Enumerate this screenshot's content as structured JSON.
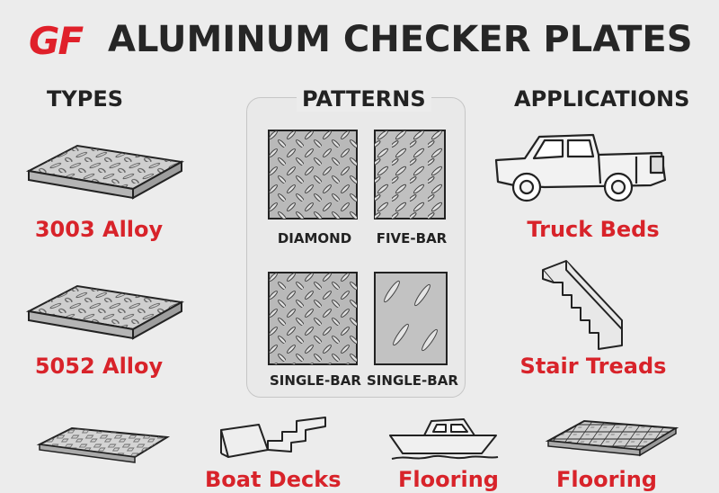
{
  "brand": {
    "logo_text": "GF",
    "accent_color": "#d8232a"
  },
  "title": "ALUMINUM CHECKER PLATES",
  "sections": {
    "types": {
      "heading": "TYPES",
      "items": [
        {
          "label": "3003 Alloy",
          "icon": "checker-plate-icon"
        },
        {
          "label": "5052 Alloy",
          "icon": "checker-plate-icon"
        }
      ]
    },
    "patterns": {
      "heading": "PATTERNS",
      "items": [
        {
          "label": "DIAMOND",
          "icon": "diamond-pattern-swatch"
        },
        {
          "label": "FIVE-BAR",
          "icon": "five-bar-pattern-swatch"
        },
        {
          "label": "SINGLE-BAR",
          "icon": "single-bar-pattern-swatch"
        },
        {
          "label": "SINGLE-BAR",
          "icon": "single-bar-pattern-swatch"
        }
      ]
    },
    "applications": {
      "heading": "APPLICATIONS",
      "items": [
        {
          "label": "Truck Beds",
          "icon": "pickup-truck-icon"
        },
        {
          "label": "Stair Treads",
          "icon": "staircase-icon"
        }
      ]
    },
    "bottom_row": {
      "items": [
        {
          "label": "",
          "icon": "flooring-plate-icon"
        },
        {
          "label": "Boat Decks",
          "icon": "dock-steps-icon"
        },
        {
          "label": "Flooring",
          "icon": "boat-icon"
        },
        {
          "label": "Flooring",
          "icon": "floor-tile-icon"
        }
      ]
    }
  }
}
